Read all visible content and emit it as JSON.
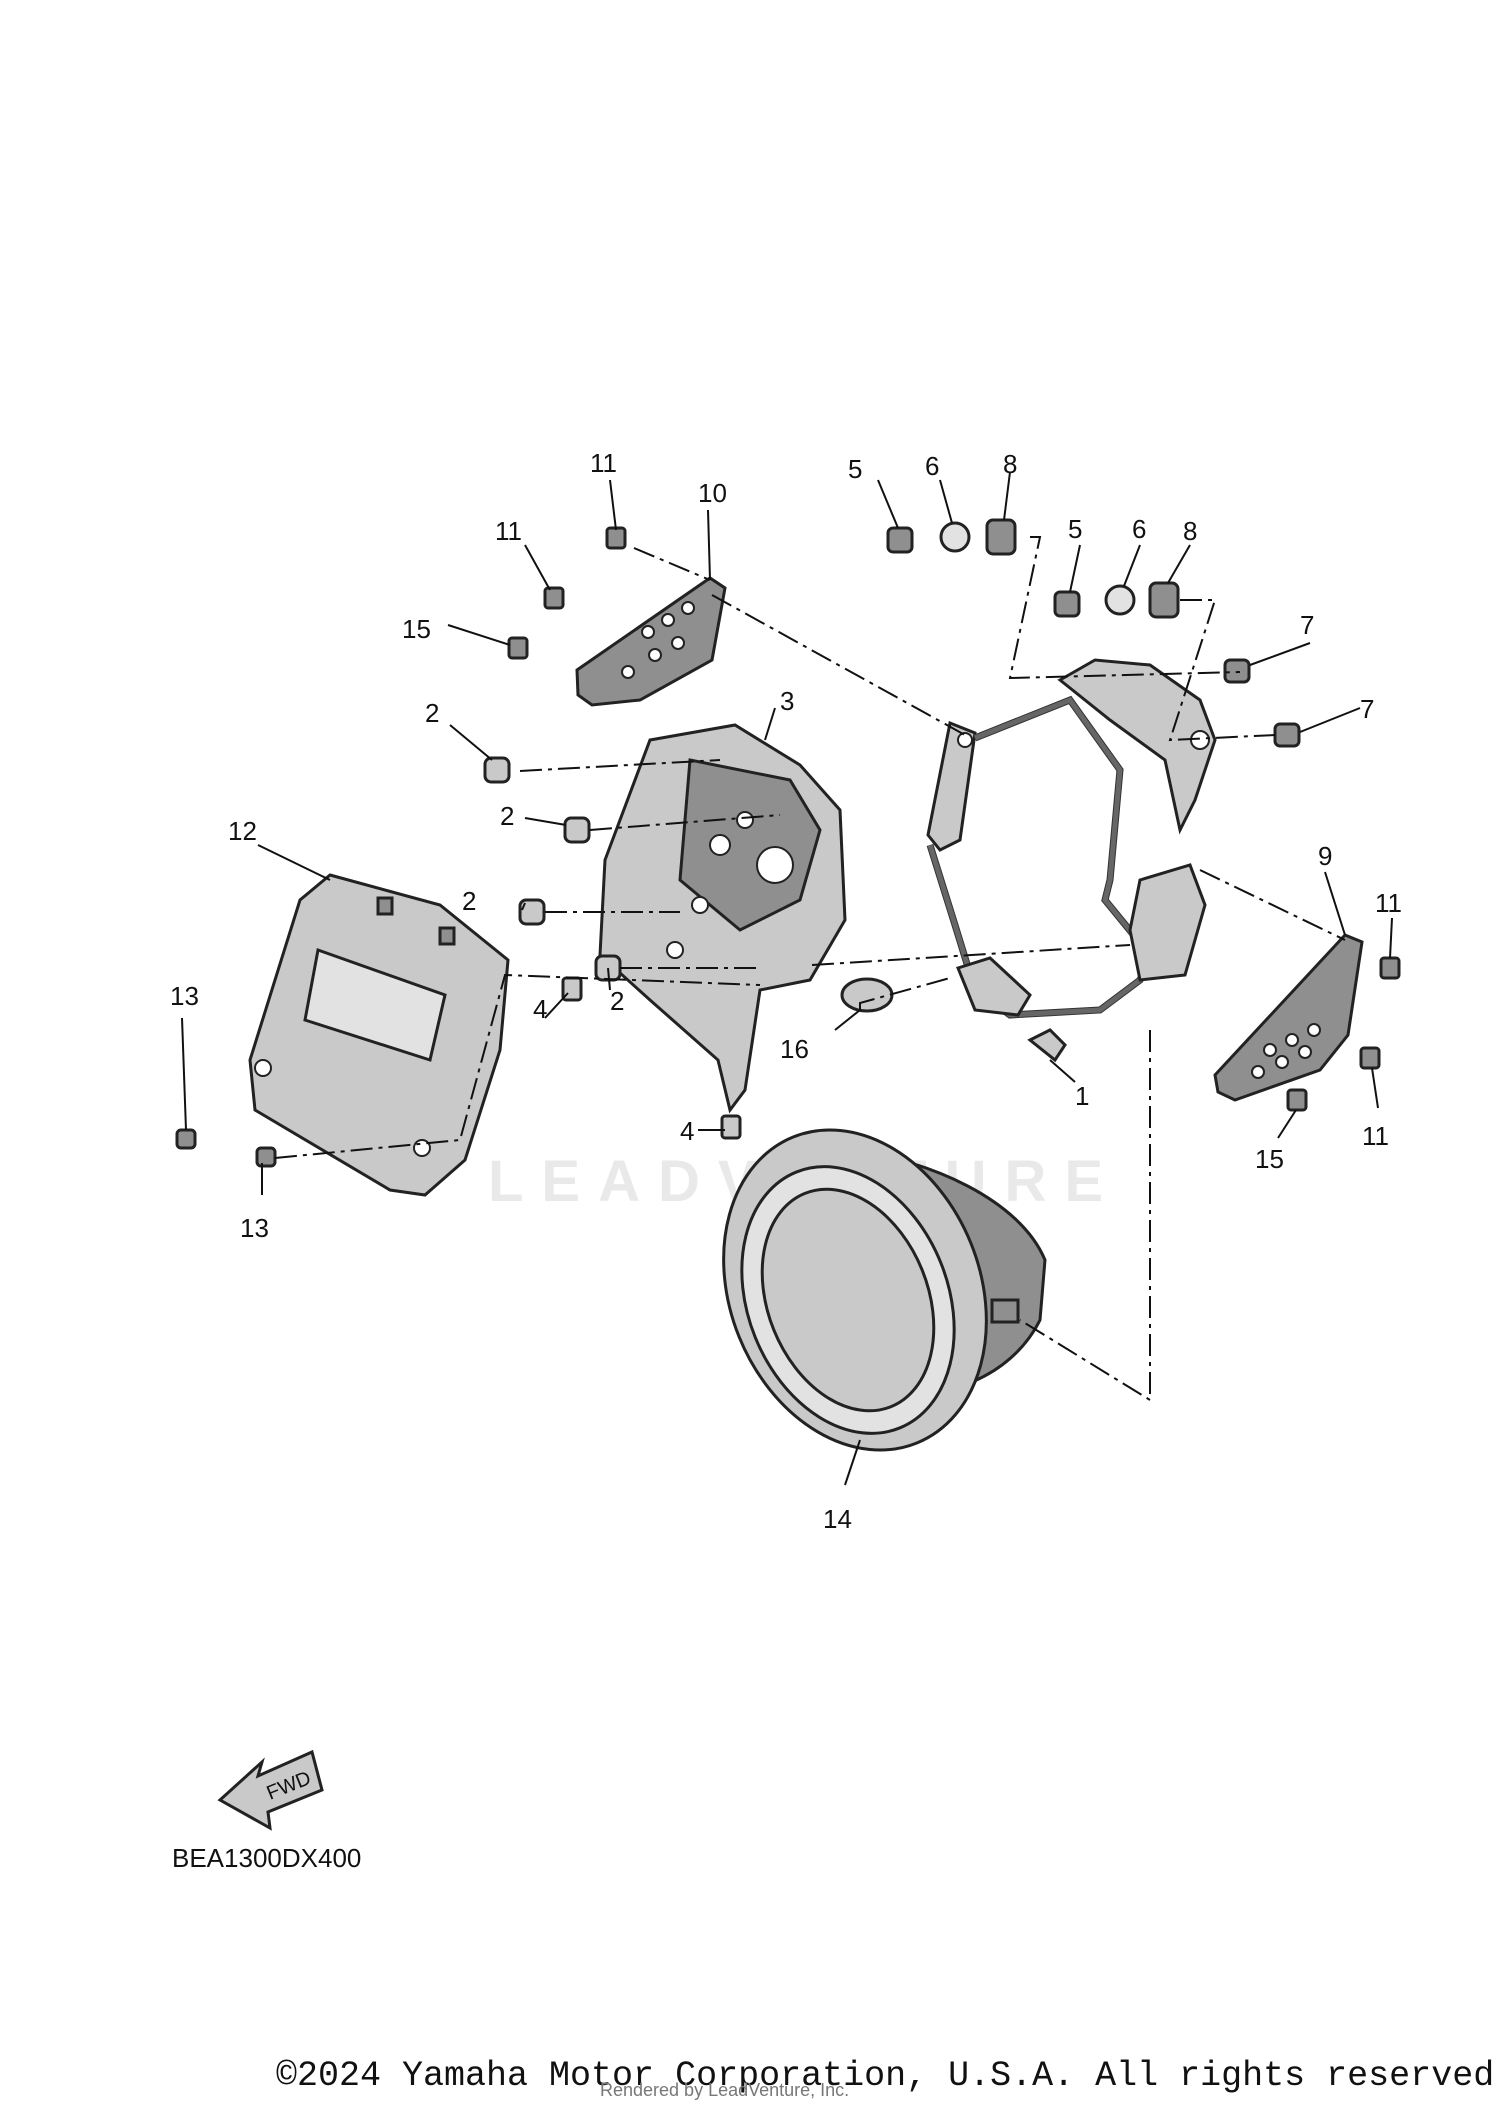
{
  "diagram": {
    "code": "BEA1300DX400",
    "fwd_label": "FWD",
    "watermark": "LEADVENTURE",
    "copyright": "©2024 Yamaha Motor Corporation, U.S.A. All rights reserved.",
    "render_credit": "Rendered by LeadVenture, Inc.",
    "callouts": {
      "c1": "1",
      "c2a": "2",
      "c2b": "2",
      "c2c": "2",
      "c2d": "2",
      "c3": "3",
      "c4a": "4",
      "c4b": "4",
      "c5a": "5",
      "c5b": "5",
      "c6a": "6",
      "c6b": "6",
      "c7a": "7",
      "c7b": "7",
      "c8a": "8",
      "c8b": "8",
      "c9": "9",
      "c10": "10",
      "c11a": "11",
      "c11b": "11",
      "c11c": "11",
      "c11d": "11",
      "c12": "12",
      "c13a": "13",
      "c13b": "13",
      "c14": "14",
      "c15a": "15",
      "c15b": "15",
      "c16": "16"
    }
  }
}
